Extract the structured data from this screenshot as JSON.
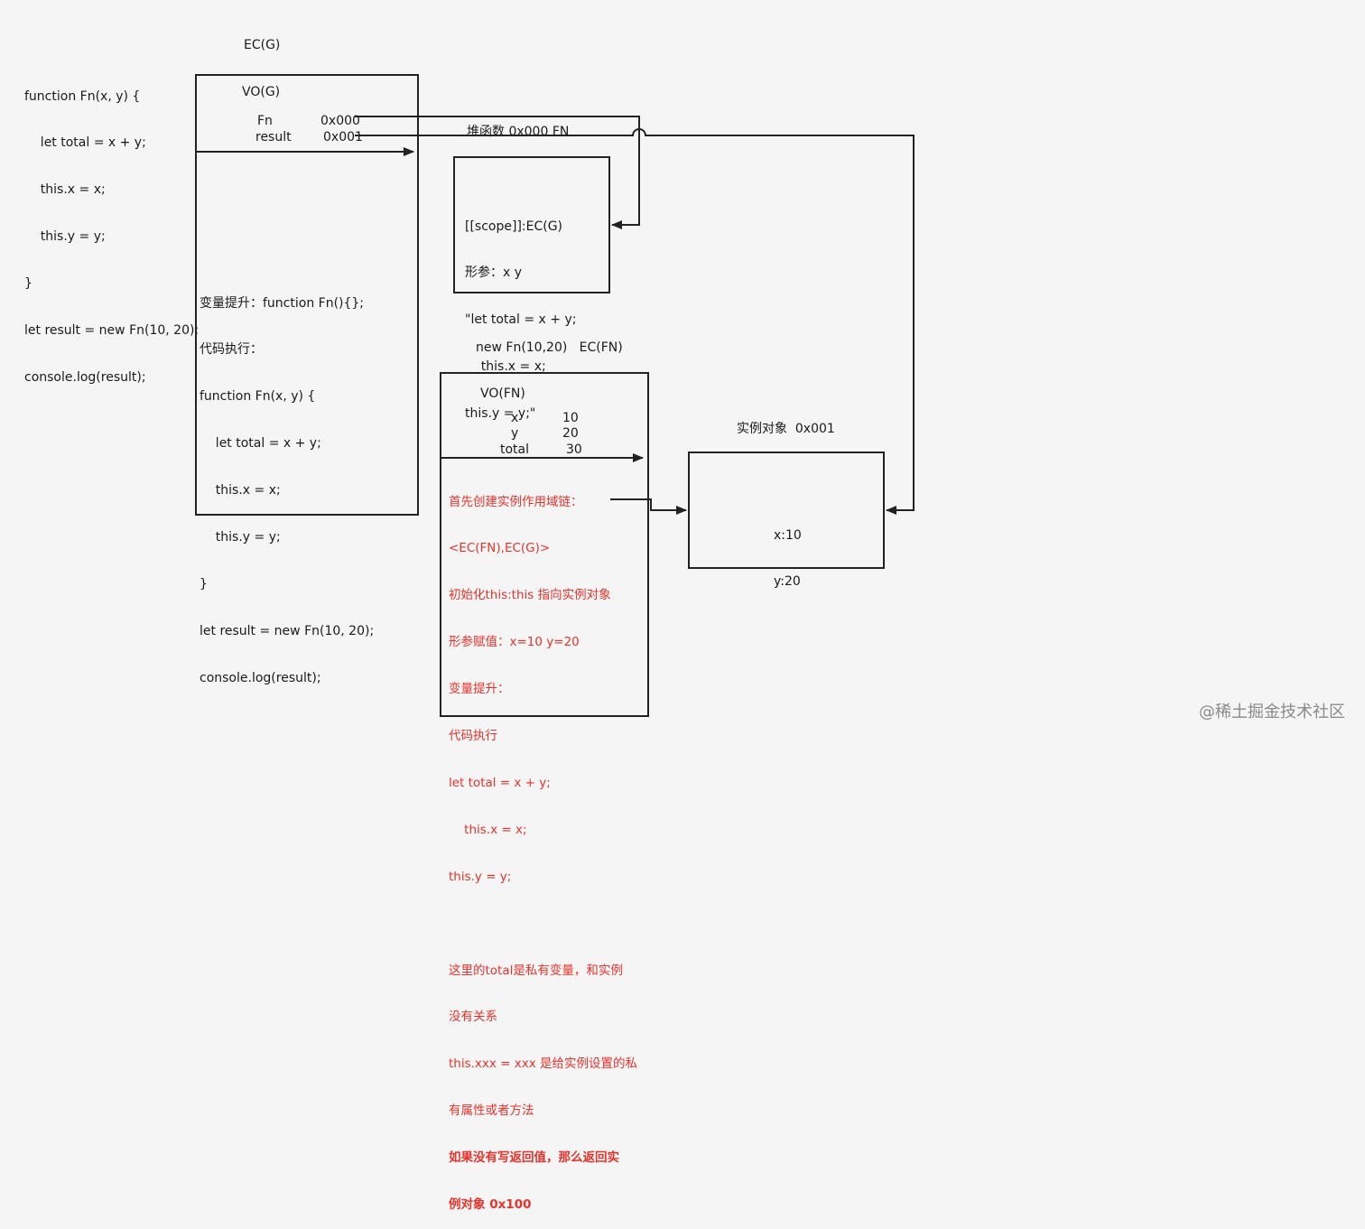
{
  "global": {
    "code_lines": [
      "function Fn(x, y) {",
      "    let total = x + y;",
      "    this.x = x;",
      "    this.y = y;",
      "}",
      "let result = new Fn(10, 20);",
      "console.log(result);"
    ],
    "ec_label": "EC(G)",
    "vo_label": "VO(G)",
    "vo_rows": [
      {
        "name": "Fn",
        "value": "0x000"
      },
      {
        "name": "result",
        "value": "0x001"
      }
    ],
    "exec_lines": [
      "变量提升：function Fn(){};",
      "代码执行：",
      "function Fn(x, y) {",
      "    let total = x + y;",
      "    this.x = x;",
      "    this.y = y;",
      "}",
      "let result = new Fn(10, 20);",
      "console.log(result);"
    ]
  },
  "heap_fn": {
    "label": "堆函数 0x000  FN",
    "lines": [
      "[[scope]]:EC(G)",
      "形参：x y",
      "\"let total = x + y;",
      "    this.x = x;",
      "this.y = y;\""
    ]
  },
  "fn_context": {
    "label": "new Fn(10,20)   EC(FN)",
    "vo_label": "VO(FN)",
    "vo_rows": [
      {
        "name": "x",
        "value": "10"
      },
      {
        "name": "y",
        "value": "20"
      },
      {
        "name": "total",
        "value": "30"
      }
    ],
    "red_lines": [
      "首先创建实例作用域链：",
      "<EC(FN),EC(G)>",
      "初始化this:this 指向实例对象",
      "形参赋值：x=10 y=20",
      "变量提升：",
      "代码执行",
      "let total = x + y;",
      "    this.x = x;",
      "this.y = y;",
      "",
      "这里的total是私有变量，和实例",
      "没有关系",
      "this.xxx = xxx 是给实例设置的私",
      "有属性或者方法"
    ],
    "bold_lines": [
      "如果没有写返回值，那么返回实",
      "例对象 0x100"
    ]
  },
  "instance": {
    "label": "实例对象  0x001",
    "lines": [
      "x:10",
      "y:20"
    ]
  },
  "watermark": "@稀土掘金技术社区",
  "colors": {
    "stroke": "#222222",
    "note_red": "#e8322b",
    "background": "#f5f5f5"
  }
}
